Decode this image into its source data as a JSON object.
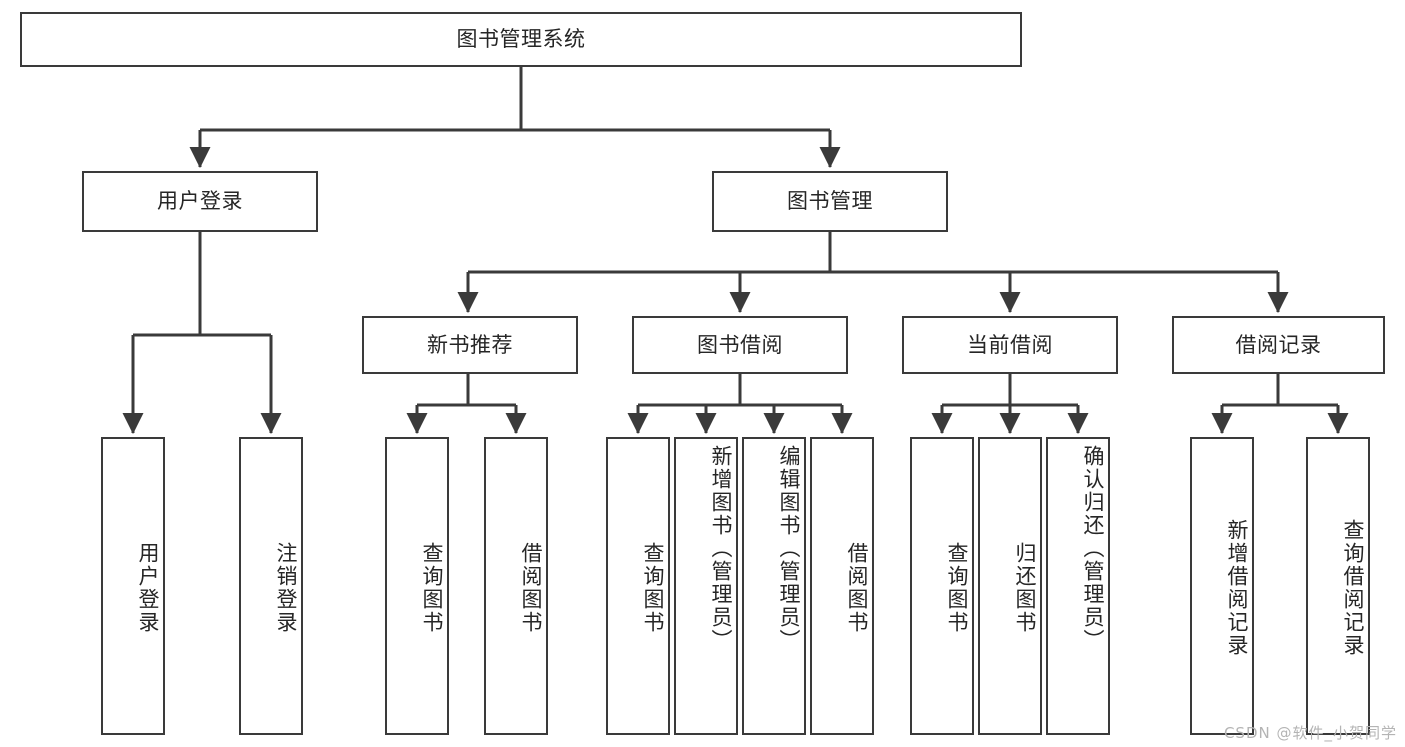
{
  "diagram": {
    "title": "图书管理系统",
    "type": "tree-hierarchy-chart",
    "colors": {
      "box_border": "#3a3a3a",
      "box_fill": "#ffffff",
      "connector": "#3a3a3a",
      "text": "#262626",
      "watermark": "#b4b4b4",
      "background": "#ffffff"
    },
    "root": {
      "label": "图书管理系统"
    },
    "level2": [
      {
        "label": "用户登录"
      },
      {
        "label": "图书管理"
      }
    ],
    "level3": [
      {
        "label": "新书推荐"
      },
      {
        "label": "图书借阅"
      },
      {
        "label": "当前借阅"
      },
      {
        "label": "借阅记录"
      }
    ],
    "leaves": {
      "user_login": [
        {
          "label": "用户登录"
        },
        {
          "label": "注销登录"
        }
      ],
      "new_book_recommend": [
        {
          "label": "查询图书"
        },
        {
          "label": "借阅图书"
        }
      ],
      "book_borrow": [
        {
          "label": "查询图书"
        },
        {
          "label": "新增图书（管理员）"
        },
        {
          "label": "编辑图书（管理员）"
        },
        {
          "label": "借阅图书"
        }
      ],
      "current_borrow": [
        {
          "label": "查询图书"
        },
        {
          "label": "归还图书"
        },
        {
          "label": "确认归还（管理员）"
        }
      ],
      "borrow_record": [
        {
          "label": "新增借阅记录"
        },
        {
          "label": "查询借阅记录"
        }
      ]
    },
    "watermark": "CSDN @软件_小贺同学"
  }
}
